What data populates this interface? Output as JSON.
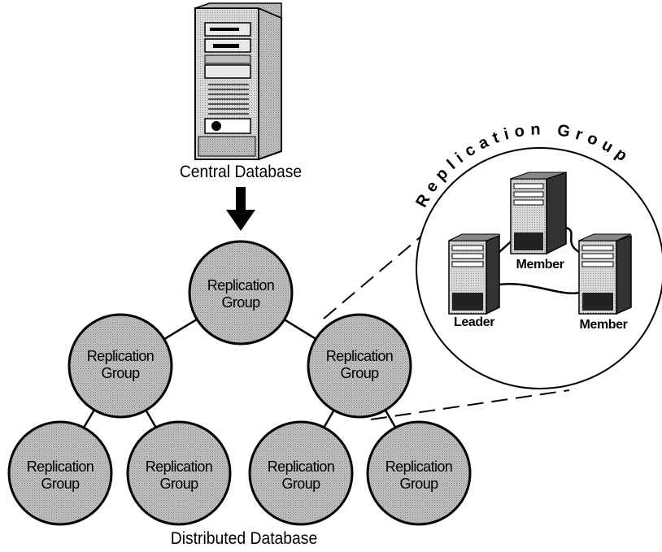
{
  "central": {
    "label": "Central Database"
  },
  "distributed": {
    "label": "Distributed Database"
  },
  "tree": {
    "nodes": [
      {
        "line1": "Replication",
        "line2": "Group"
      },
      {
        "line1": "Replication",
        "line2": "Group"
      },
      {
        "line1": "Replication",
        "line2": "Group"
      },
      {
        "line1": "Replication",
        "line2": "Group"
      },
      {
        "line1": "Replication",
        "line2": "Group"
      },
      {
        "line1": "Replication",
        "line2": "Group"
      },
      {
        "line1": "Replication",
        "line2": "Group"
      }
    ]
  },
  "detail": {
    "title": "Replication Group",
    "leader_label": "Leader",
    "member_top_label": "Member",
    "member_right_label": "Member"
  },
  "colors": {
    "node_fill": "#b8b8b8",
    "stroke": "#000000",
    "server_face": "#cfcfcf",
    "server_dark": "#2a2a2a"
  }
}
